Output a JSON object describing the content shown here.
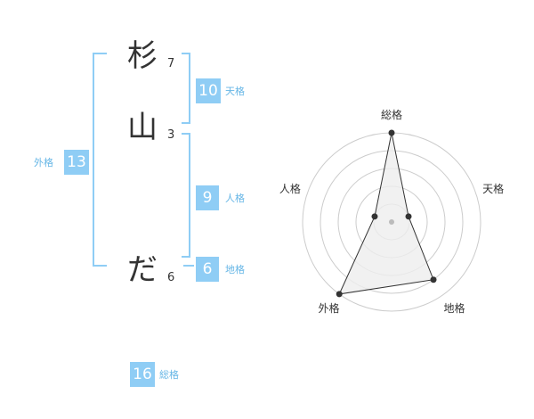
{
  "name": {
    "chars": [
      {
        "char": "杉",
        "strokes": "7"
      },
      {
        "char": "山",
        "strokes": "3"
      },
      {
        "char": "だ",
        "strokes": "6"
      }
    ]
  },
  "fortune": {
    "tenkaku": {
      "value": "10",
      "label": "天格"
    },
    "jinkaku": {
      "value": "9",
      "label": "人格"
    },
    "chikaku": {
      "value": "6",
      "label": "地格"
    },
    "gaikaku": {
      "value": "13",
      "label": "外格"
    },
    "soukaku": {
      "value": "16",
      "label": "総格"
    }
  },
  "chart_data": {
    "type": "radar",
    "axes": [
      "総格",
      "天格",
      "地格",
      "外格",
      "人格"
    ],
    "levels": 5,
    "max": 5,
    "values": [
      5,
      1,
      4,
      5,
      1
    ],
    "colors": {
      "grid": "#cccccc",
      "fill": "#eeeeee",
      "line": "#333333",
      "point": "#333333",
      "center": "#bbbbbb"
    }
  }
}
